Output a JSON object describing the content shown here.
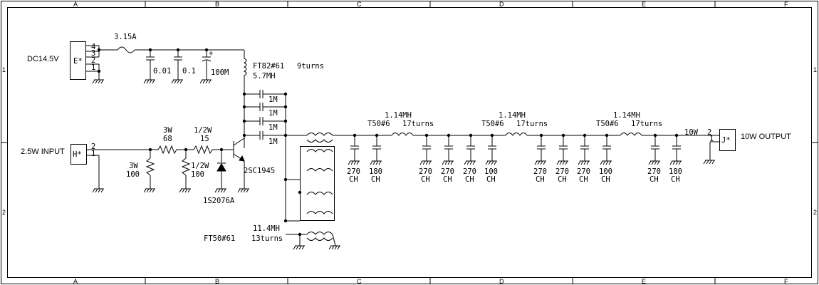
{
  "frame": {
    "col_labels": [
      "A",
      "B",
      "C",
      "D",
      "E",
      "F"
    ],
    "row_labels": [
      "1",
      "2"
    ]
  },
  "power": {
    "label": "DC14.5V",
    "connector": "E*",
    "pins": [
      "4",
      "3",
      "2",
      "1"
    ],
    "fuse": "3.15A",
    "caps": [
      "0.01",
      "0.1",
      "100M"
    ],
    "electrolytic_mark": "+"
  },
  "input": {
    "label": "2.5W INPUT",
    "connector": "H*",
    "pins": [
      "2",
      "1"
    ],
    "r_shunt_w": "3W",
    "r_shunt_val": "100",
    "r_series_w": "3W",
    "r_series_val": "68",
    "r2_series_w": "1/2W",
    "r2_series_val": "15",
    "r2_shunt_w": "1/2W",
    "r2_shunt_val": "100",
    "diode": "1S2076A",
    "transistor": "2SC1945"
  },
  "choke": {
    "core": "FT82#61",
    "turns": "9turns",
    "value": "5.7MH"
  },
  "couple_caps": [
    "1M",
    "1M",
    "1M",
    "1M"
  ],
  "transformer": {
    "value": "11.4MH",
    "core": "FT50#61",
    "turns": "13turns"
  },
  "filter": {
    "inductors": [
      {
        "value": "1.14MH",
        "core": "T50#6",
        "turns": "17turns"
      },
      {
        "value": "1.14MH",
        "core": "T50#6",
        "turns": "17turns"
      },
      {
        "value": "1.14MH",
        "core": "T50#6",
        "turns": "17turns"
      }
    ],
    "caps": [
      {
        "value": "270",
        "type": "CH"
      },
      {
        "value": "180",
        "type": "CH"
      },
      {
        "value": "270",
        "type": "CH"
      },
      {
        "value": "270",
        "type": "CH"
      },
      {
        "value": "270",
        "type": "CH"
      },
      {
        "value": "100",
        "type": "CH"
      },
      {
        "value": "270",
        "type": "CH"
      },
      {
        "value": "270",
        "type": "CH"
      },
      {
        "value": "270",
        "type": "CH"
      },
      {
        "value": "100",
        "type": "CH"
      },
      {
        "value": "270",
        "type": "CH"
      },
      {
        "value": "180",
        "type": "CH"
      }
    ]
  },
  "output": {
    "power_label": "10W",
    "label": "10W OUTPUT",
    "connector": "J*",
    "pins": [
      "2",
      "1"
    ]
  }
}
